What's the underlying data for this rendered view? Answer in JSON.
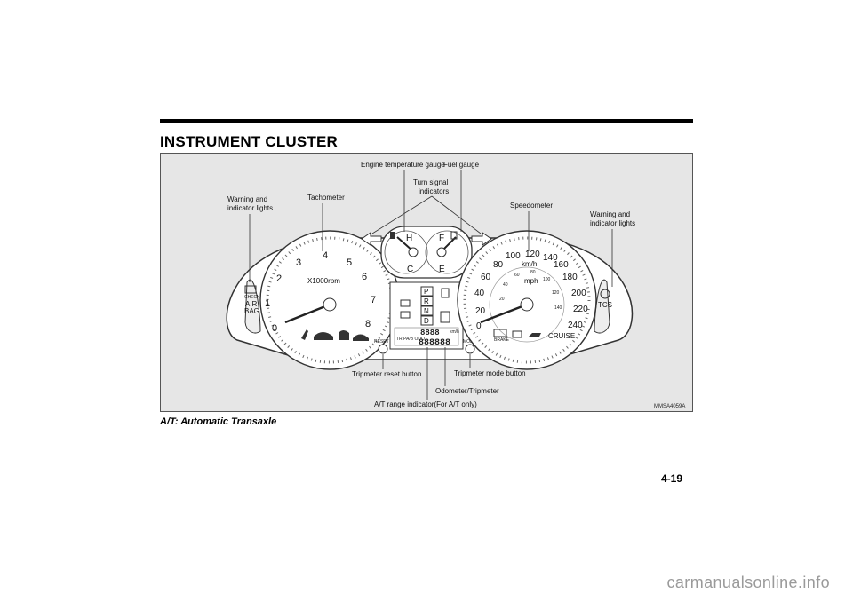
{
  "page": {
    "title": "INSTRUMENT CLUSTER",
    "caption": "A/T: Automatic Transaxle",
    "page_number": "4-19",
    "watermark": "carmanualsonline.info",
    "figure_code": "MMSA4059A"
  },
  "callouts": {
    "engine_temp": "Engine temperature gauge",
    "fuel": "Fuel gauge",
    "turn_signal_line1": "Turn signal",
    "turn_signal_line2": "indicators",
    "warning_left_line1": "Warning and",
    "warning_left_line2": "indicator lights",
    "tachometer": "Tachometer",
    "speedometer": "Speedometer",
    "warning_right_line1": "Warning and",
    "warning_right_line2": "indicator lights",
    "tripmeter_reset": "Tripmeter reset button",
    "tripmeter_mode": "Tripmeter mode button",
    "odometer": "Odometer/Tripmeter",
    "at_range": "A/T range indicator(For A/T only)"
  },
  "tachometer": {
    "unit": "X1000rpm",
    "ticks": [
      "0",
      "1",
      "2",
      "3",
      "4",
      "5",
      "6",
      "7",
      "8"
    ]
  },
  "temp_fuel": {
    "hot": "H",
    "cold": "C",
    "full": "F",
    "empty": "E"
  },
  "speedometer": {
    "kmh_unit": "km/h",
    "mph_unit": "mph",
    "kmh_ticks": [
      "0",
      "20",
      "40",
      "60",
      "80",
      "100",
      "120",
      "140",
      "160",
      "180",
      "200",
      "220",
      "240"
    ],
    "mph_ticks": [
      "20",
      "40",
      "60",
      "80",
      "100",
      "120",
      "140"
    ]
  },
  "center": {
    "gears": [
      "P",
      "R",
      "N",
      "D"
    ],
    "odo_digits": "888888",
    "trip_digits": "8888",
    "trip_label": "TRIPA/B ODO",
    "reset_label": "RESET",
    "mode_label": "MODE",
    "km_label": "km/h"
  },
  "indicators": {
    "airbag_line1": "AIR",
    "airbag_line2": "BAG",
    "check": "CHECK",
    "tcs": "TCS",
    "cruise": "CRUISE",
    "brake": "BRAKE"
  }
}
